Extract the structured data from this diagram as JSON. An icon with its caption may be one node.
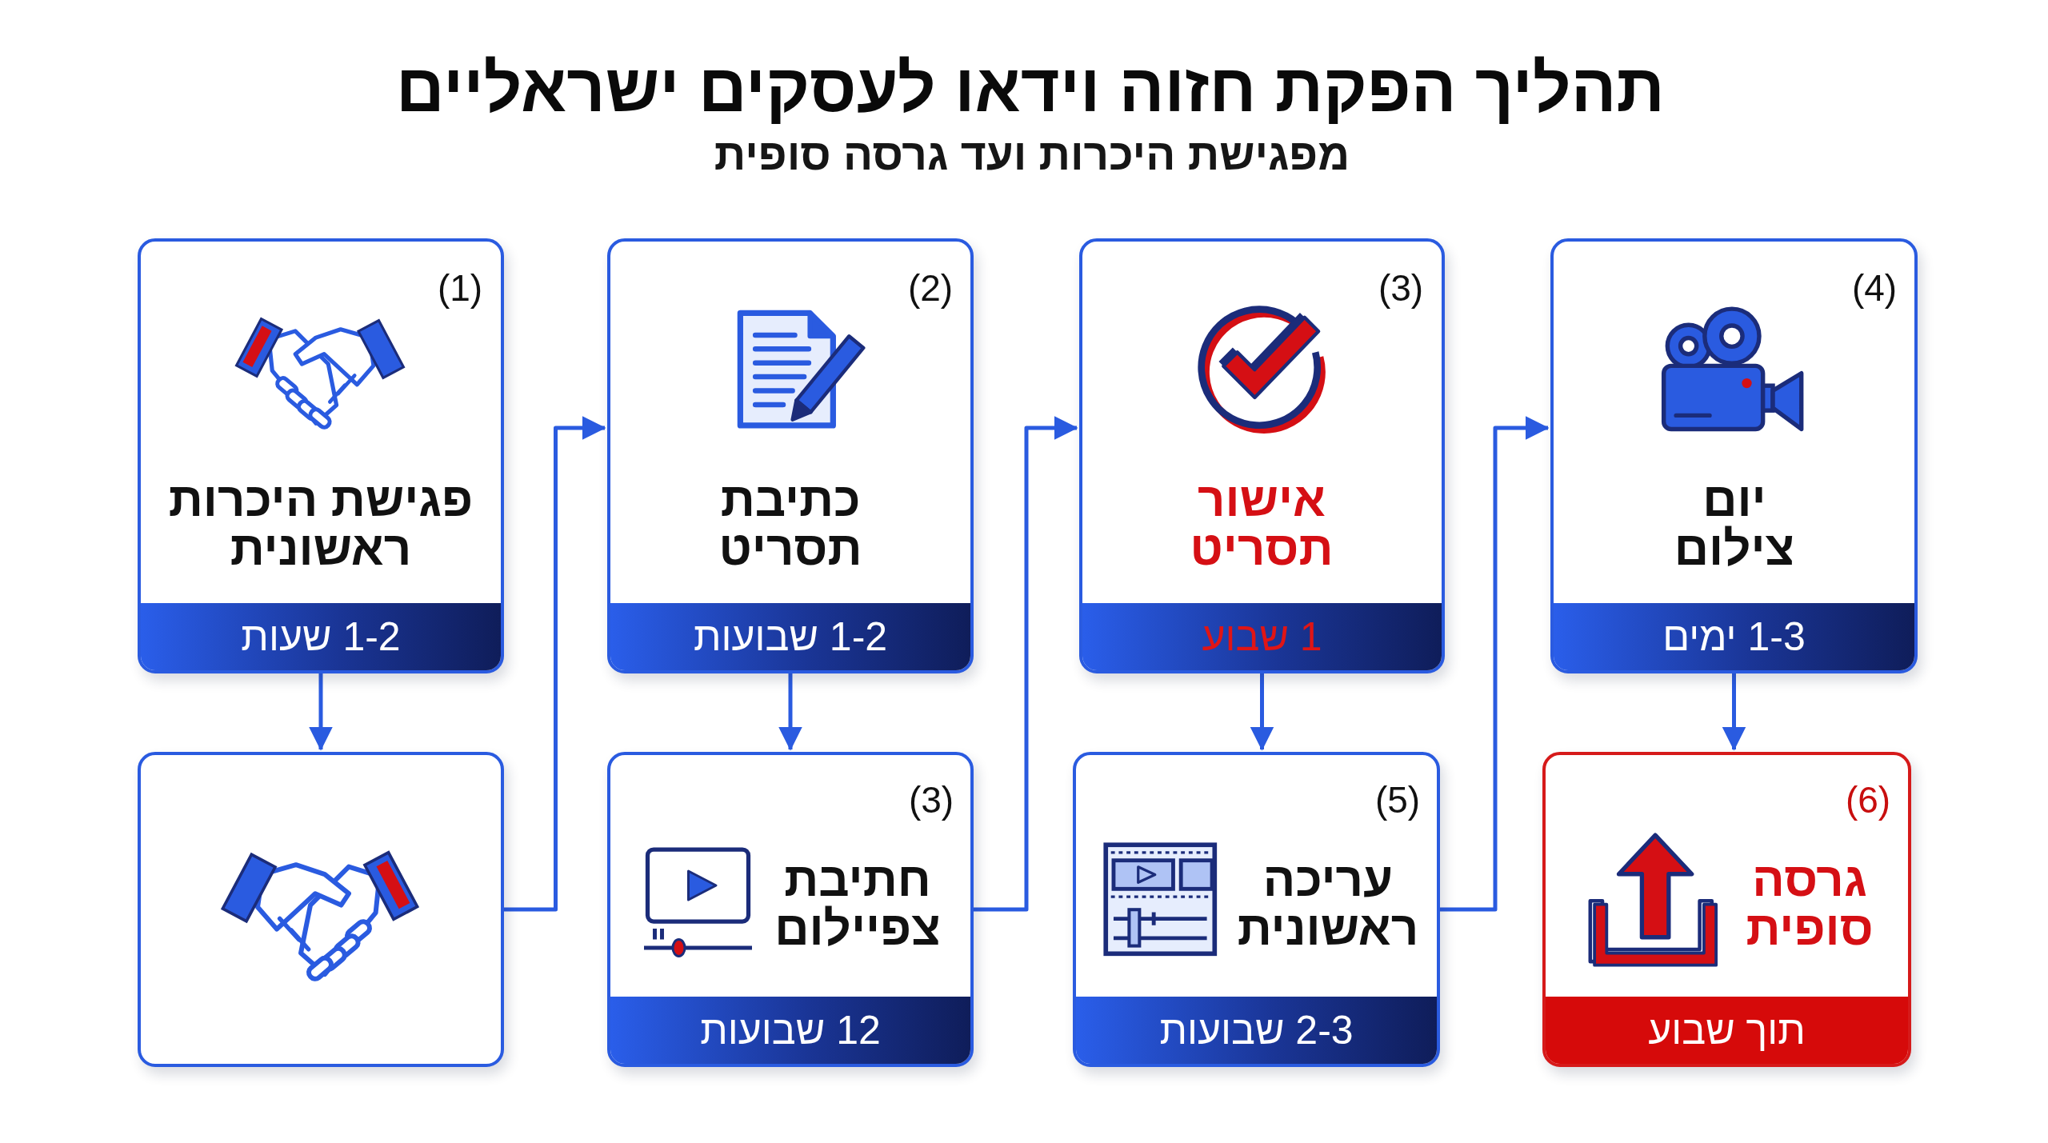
{
  "diagram": {
    "title": "תהליך הפקת חזוה וידאו לעסקים ישראליים",
    "nodes": [
      {
        "text": [
          "(1)",
          "פגישת היכרות ראשונית",
          "1-2 שעות"
        ]
      },
      {
        "text": [
          "(2)",
          "כתיבת תסריט",
          "1-2 שבועות"
        ]
      },
      {
        "text": [
          "(3)",
          "אישור תסריט",
          "1 שבוע"
        ]
      },
      {
        "text": [
          "(4)",
          "יום צילום",
          "1-3 ימים"
        ]
      },
      {
        "text": [],
        "shape": "box"
      },
      {
        "text": [
          "(3)",
          "חתיבת צפיילום",
          "12 שבועות"
        ]
      },
      {
        "text": [
          "(5)",
          "עריכה ראשונית",
          "2-3 שבועות"
        ]
      },
      {
        "text": [
          "(6)",
          "גרסה סופית",
          "תוך שבוע"
        ]
      }
    ],
    "edges": [
      {
        "from": 0,
        "to": 4,
        "arrow": "to"
      },
      {
        "from": 4,
        "to": 1,
        "arrow": "to"
      },
      {
        "from": 1,
        "to": 5,
        "arrow": "to"
      },
      {
        "from": 5,
        "to": 2,
        "arrow": "to"
      },
      {
        "from": 2,
        "to": 6,
        "arrow": "to"
      },
      {
        "from": 6,
        "to": 3,
        "arrow": "to"
      },
      {
        "from": 3,
        "to": 7,
        "arrow": "to"
      }
    ],
    "labels": [
      "מפגישת היכרות ועד גרסה סופית"
    ]
  }
}
